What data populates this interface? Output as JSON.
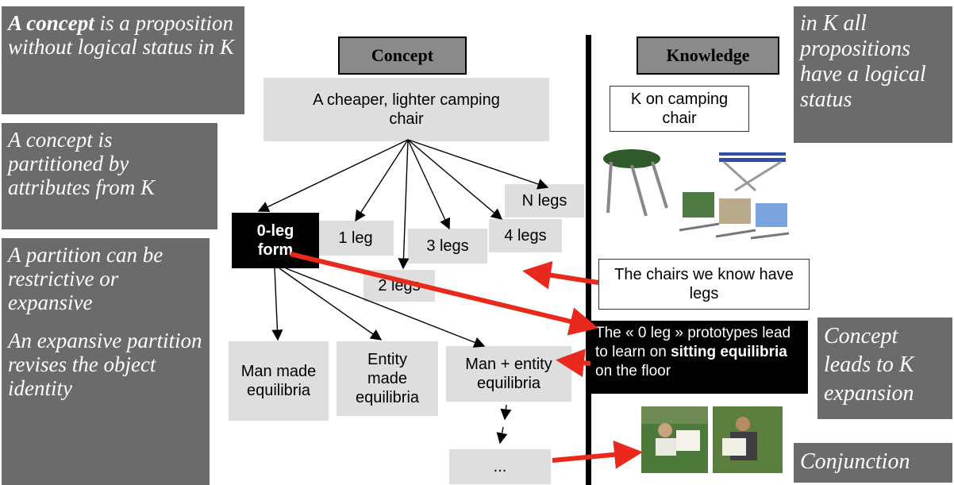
{
  "left_notes": {
    "concept_definition_lead": "A concept",
    "concept_definition_rest": " is a proposition without logical status in K",
    "partitioned": "A concept is partitioned by attributes from K",
    "partition_types": "A partition can be restrictive or expansive",
    "expansive_revision": "An expansive partition revises the object identity"
  },
  "right_notes": {
    "knowledge_status": "in K all propositions have a logical status",
    "expansion": "Concept leads to K expansion",
    "conjunction": "Conjunction"
  },
  "headers": {
    "concept": "Concept",
    "knowledge": "Knowledge"
  },
  "concept_tree": {
    "root": "A cheaper, lighter camping chair",
    "zero_leg": "0-leg form",
    "one_leg": "1 leg",
    "two_legs": "2 legs",
    "three_legs": "3 legs",
    "four_legs": "4 legs",
    "n_legs": "N legs",
    "man_made": "Man made equilibria",
    "entity_made": "Entity made equilibria",
    "man_entity": "Man + entity equilibria",
    "ellipsis": "..."
  },
  "knowledge": {
    "k_camping": "K on camping chair",
    "chairs_legs": "The chairs we know have legs",
    "prototype_pre": "The « 0 leg » prototypes lead to learn on ",
    "prototype_bold": "sitting equilibria",
    "prototype_post": " on the floor"
  },
  "colors": {
    "note_bg": "#6b6b6b",
    "box_bg": "#dedede",
    "arrow_red": "#e8291c",
    "header_bg": "#8a8a8a"
  }
}
